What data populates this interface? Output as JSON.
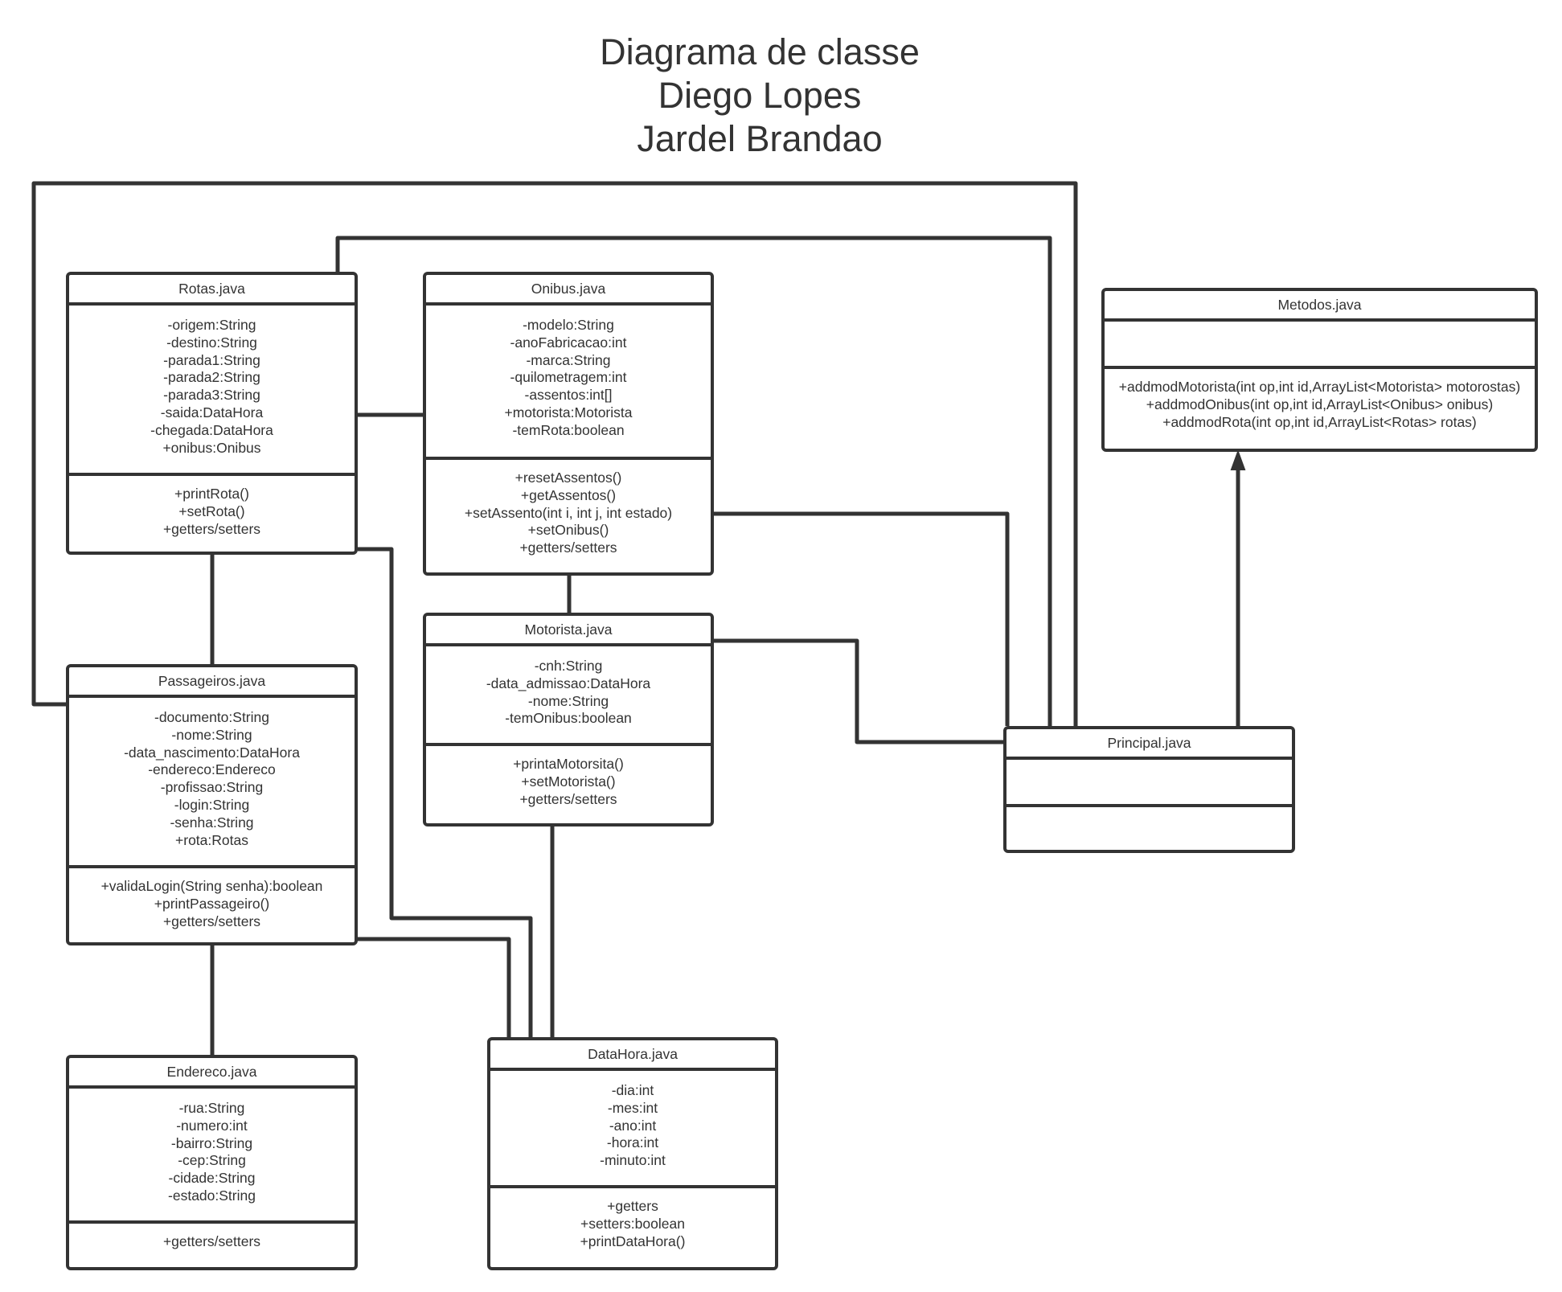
{
  "title": [
    "Diagrama de classe",
    "Diego Lopes",
    "Jardel Brandao"
  ],
  "colors": {
    "line": "#333333",
    "background": "#ffffff",
    "text": "#333333"
  },
  "classes": {
    "rotas": {
      "name": "Rotas.java",
      "attributes": [
        "-origem:String",
        "-destino:String",
        "-parada1:String",
        "-parada2:String",
        "-parada3:String",
        "-saida:DataHora",
        "-chegada:DataHora",
        "+onibus:Onibus"
      ],
      "methods": [
        "+printRota()",
        "+setRota()",
        "+getters/setters"
      ]
    },
    "onibus": {
      "name": "Onibus.java",
      "attributes": [
        "-modelo:String",
        "-anoFabricacao:int",
        "-marca:String",
        "-quilometragem:int",
        "-assentos:int[]",
        "+motorista:Motorista",
        "-temRota:boolean"
      ],
      "methods": [
        "+resetAssentos()",
        "+getAssentos()",
        "+setAssento(int i, int j, int estado)",
        "+setOnibus()",
        "+getters/setters"
      ]
    },
    "metodos": {
      "name": "Metodos.java",
      "attributes": [],
      "methods": [
        "+addmodMotorista(int op,int id,ArrayList<Motorista> motorostas)",
        "+addmodOnibus(int op,int id,ArrayList<Onibus> onibus)",
        "+addmodRota(int op,int id,ArrayList<Rotas> rotas)"
      ]
    },
    "motorista": {
      "name": "Motorista.java",
      "attributes": [
        "-cnh:String",
        "-data_admissao:DataHora",
        "-nome:String",
        "-temOnibus:boolean"
      ],
      "methods": [
        "+printaMotorsita()",
        "+setMotorista()",
        "+getters/setters"
      ]
    },
    "passageiros": {
      "name": "Passageiros.java",
      "attributes": [
        "-documento:String",
        "-nome:String",
        "-data_nascimento:DataHora",
        "-endereco:Endereco",
        "-profissao:String",
        "-login:String",
        "-senha:String",
        "+rota:Rotas"
      ],
      "methods": [
        "+validaLogin(String senha):boolean",
        "+printPassageiro()",
        "+getters/setters"
      ]
    },
    "principal": {
      "name": "Principal.java",
      "attributes": [],
      "methods": []
    },
    "endereco": {
      "name": "Endereco.java",
      "attributes": [
        "-rua:String",
        "-numero:int",
        "-bairro:String",
        "-cep:String",
        "-cidade:String",
        "-estado:String"
      ],
      "methods": [
        "+getters/setters"
      ]
    },
    "datahora": {
      "name": "DataHora.java",
      "attributes": [
        "-dia:int",
        "-mes:int",
        "-ano:int",
        "-hora:int",
        "-minuto:int"
      ],
      "methods": [
        "+getters",
        "+setters:boolean",
        "+printDataHora()"
      ]
    }
  }
}
